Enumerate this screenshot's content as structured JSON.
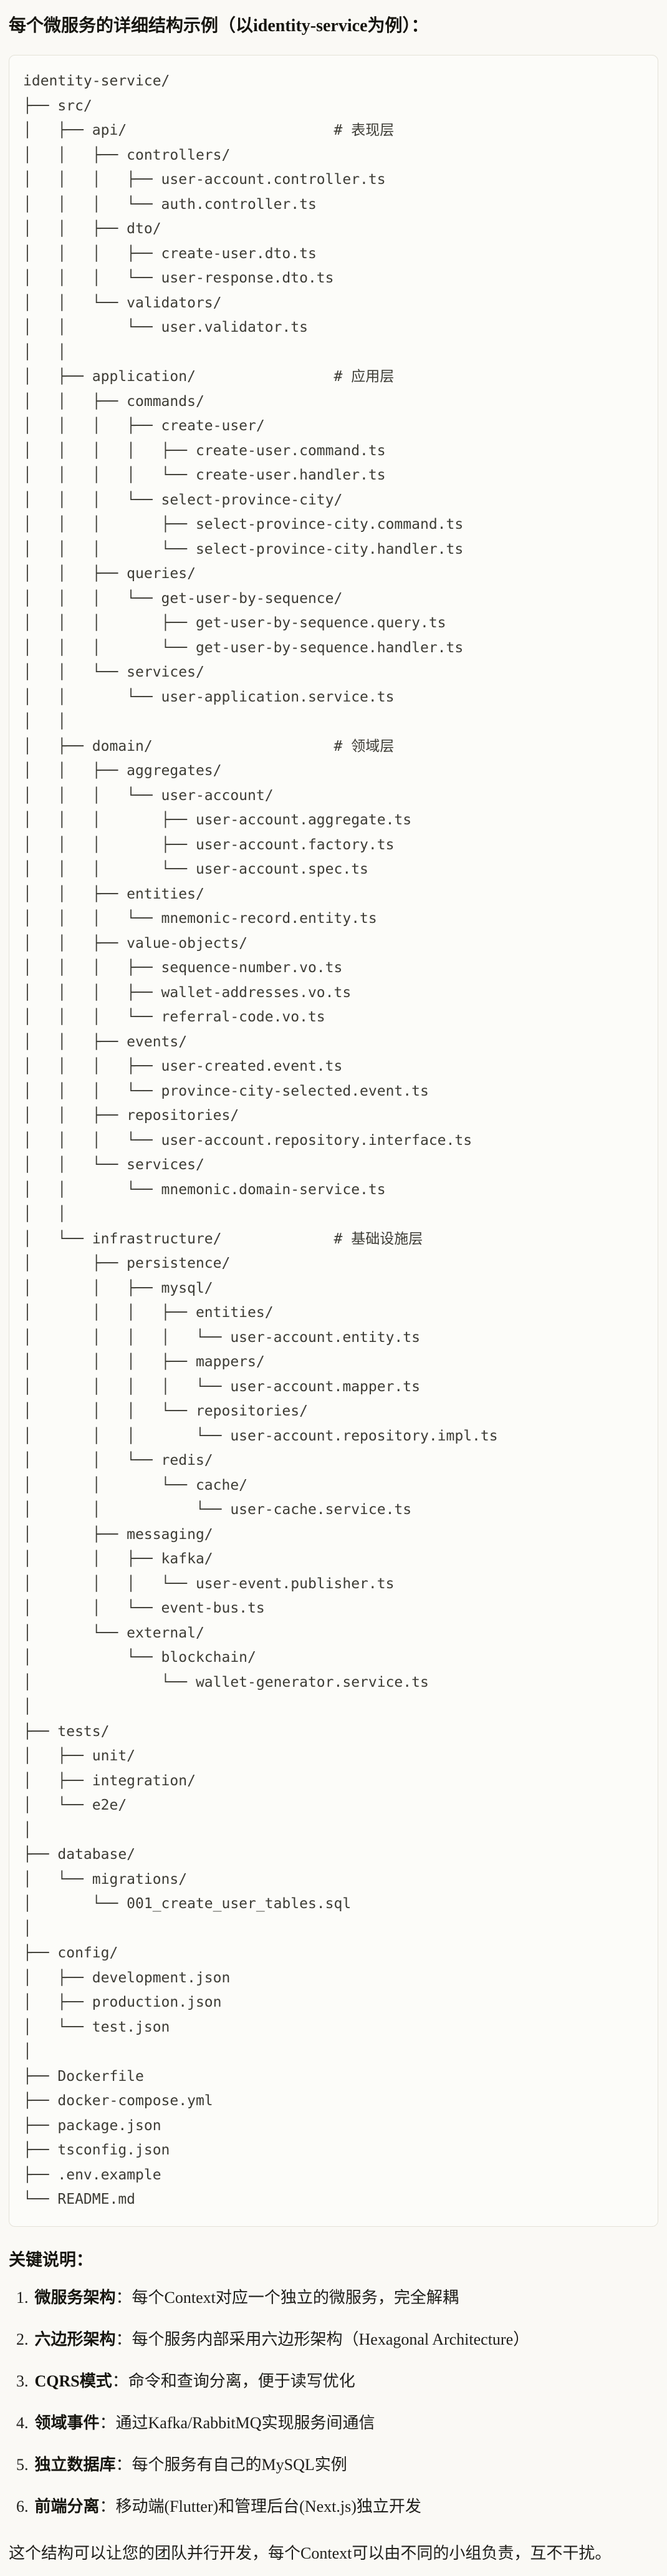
{
  "page": {
    "title": "每个微服务的详细结构示例（以identity-service为例）："
  },
  "colors": {
    "background": "#FAF9F5",
    "code_background": "#FCFCF9",
    "code_border": "#E4E2D8",
    "text": "#1F1E1A"
  },
  "code_block": {
    "language": "plain-text",
    "tree_lines": [
      "identity-service/",
      "├── src/",
      "│   ├── api/                        # 表现层",
      "│   │   ├── controllers/",
      "│   │   │   ├── user-account.controller.ts",
      "│   │   │   └── auth.controller.ts",
      "│   │   ├── dto/",
      "│   │   │   ├── create-user.dto.ts",
      "│   │   │   └── user-response.dto.ts",
      "│   │   └── validators/",
      "│   │       └── user.validator.ts",
      "│   │",
      "│   ├── application/                # 应用层",
      "│   │   ├── commands/",
      "│   │   │   ├── create-user/",
      "│   │   │   │   ├── create-user.command.ts",
      "│   │   │   │   └── create-user.handler.ts",
      "│   │   │   └── select-province-city/",
      "│   │   │       ├── select-province-city.command.ts",
      "│   │   │       └── select-province-city.handler.ts",
      "│   │   ├── queries/",
      "│   │   │   └── get-user-by-sequence/",
      "│   │   │       ├── get-user-by-sequence.query.ts",
      "│   │   │       └── get-user-by-sequence.handler.ts",
      "│   │   └── services/",
      "│   │       └── user-application.service.ts",
      "│   │",
      "│   ├── domain/                     # 领域层",
      "│   │   ├── aggregates/",
      "│   │   │   └── user-account/",
      "│   │   │       ├── user-account.aggregate.ts",
      "│   │   │       ├── user-account.factory.ts",
      "│   │   │       └── user-account.spec.ts",
      "│   │   ├── entities/",
      "│   │   │   └── mnemonic-record.entity.ts",
      "│   │   ├── value-objects/",
      "│   │   │   ├── sequence-number.vo.ts",
      "│   │   │   ├── wallet-addresses.vo.ts",
      "│   │   │   └── referral-code.vo.ts",
      "│   │   ├── events/",
      "│   │   │   ├── user-created.event.ts",
      "│   │   │   └── province-city-selected.event.ts",
      "│   │   ├── repositories/",
      "│   │   │   └── user-account.repository.interface.ts",
      "│   │   └── services/",
      "│   │       └── mnemonic.domain-service.ts",
      "│   │",
      "│   └── infrastructure/             # 基础设施层",
      "│       ├── persistence/",
      "│       │   ├── mysql/",
      "│       │   │   ├── entities/",
      "│       │   │   │   └── user-account.entity.ts",
      "│       │   │   ├── mappers/",
      "│       │   │   │   └── user-account.mapper.ts",
      "│       │   │   └── repositories/",
      "│       │   │       └── user-account.repository.impl.ts",
      "│       │   └── redis/",
      "│       │       └── cache/",
      "│       │           └── user-cache.service.ts",
      "│       ├── messaging/",
      "│       │   ├── kafka/",
      "│       │   │   └── user-event.publisher.ts",
      "│       │   └── event-bus.ts",
      "│       └── external/",
      "│           └── blockchain/",
      "│               └── wallet-generator.service.ts",
      "│",
      "├── tests/",
      "│   ├── unit/",
      "│   ├── integration/",
      "│   └── e2e/",
      "│",
      "├── database/",
      "│   └── migrations/",
      "│       └── 001_create_user_tables.sql",
      "│",
      "├── config/",
      "│   ├── development.json",
      "│   ├── production.json",
      "│   └── test.json",
      "│",
      "├── Dockerfile",
      "├── docker-compose.yml",
      "├── package.json",
      "├── tsconfig.json",
      "├── .env.example",
      "└── README.md"
    ]
  },
  "keynotes": {
    "heading": "关键说明：",
    "items": [
      {
        "num": "1.",
        "term": "微服务架构",
        "desc": "：每个Context对应一个独立的微服务，完全解耦"
      },
      {
        "num": "2.",
        "term": "六边形架构",
        "desc": "：每个服务内部采用六边形架构（Hexagonal Architecture）"
      },
      {
        "num": "3.",
        "term": "CQRS模式",
        "desc": "：命令和查询分离，便于读写优化"
      },
      {
        "num": "4.",
        "term": "领域事件",
        "desc": "：通过Kafka/RabbitMQ实现服务间通信"
      },
      {
        "num": "5.",
        "term": "独立数据库",
        "desc": "：每个服务有自己的MySQL实例"
      },
      {
        "num": "6.",
        "term": "前端分离",
        "desc": "：移动端(Flutter)和管理后台(Next.js)独立开发"
      }
    ],
    "footer": "这个结构可以让您的团队并行开发，每个Context可以由不同的小组负责，互不干扰。"
  }
}
